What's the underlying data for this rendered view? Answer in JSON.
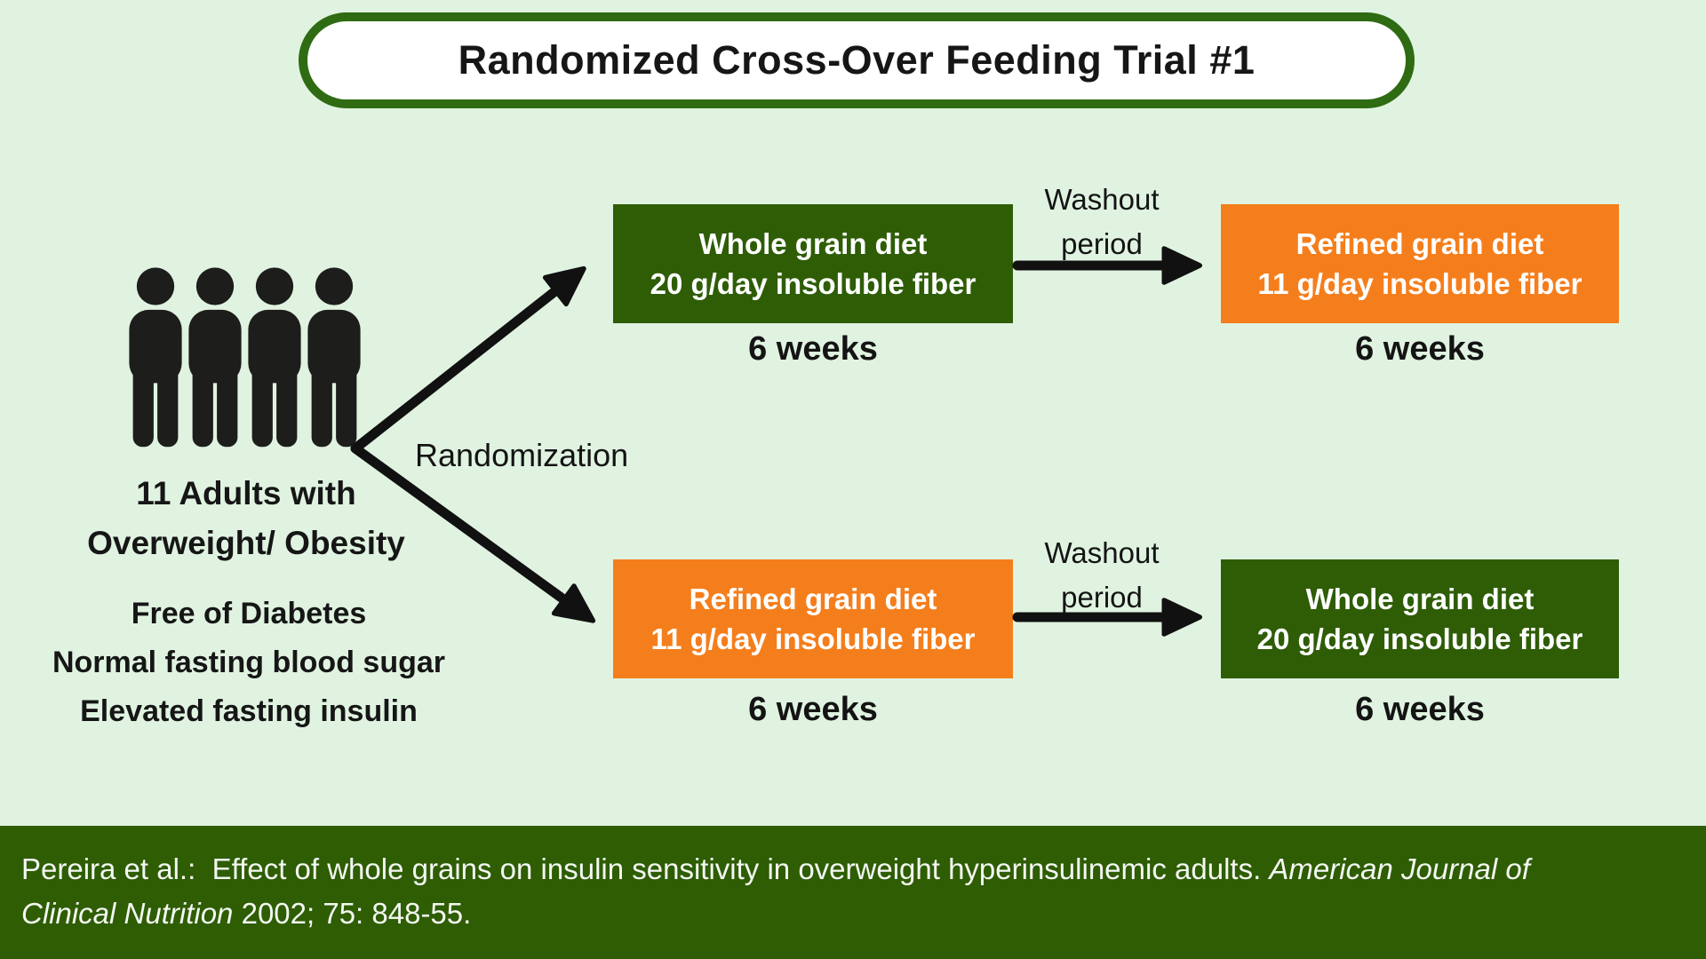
{
  "title": "Randomized Cross-Over Feeding Trial #1",
  "population": {
    "line1": "11 Adults with",
    "line2": "Overweight/ Obesity",
    "criteria": [
      "Free of Diabetes",
      "Normal fasting blood sugar",
      "Elevated fasting insulin"
    ]
  },
  "labels": {
    "randomization": "Randomization"
  },
  "arms": {
    "arm1": {
      "phase1": {
        "line1": "Whole grain diet",
        "line2": "20 g/day insoluble fiber",
        "duration": "6 weeks"
      },
      "washout": {
        "line1": "Washout",
        "line2": "period"
      },
      "phase2": {
        "line1": "Refined grain diet",
        "line2": "11 g/day insoluble fiber",
        "duration": "6 weeks"
      }
    },
    "arm2": {
      "phase1": {
        "line1": "Refined grain diet",
        "line2": "11 g/day insoluble fiber",
        "duration": "6 weeks"
      },
      "washout": {
        "line1": "Washout",
        "line2": "period"
      },
      "phase2": {
        "line1": "Whole grain diet",
        "line2": "20 g/day insoluble fiber",
        "duration": "6 weeks"
      }
    }
  },
  "footer": {
    "line1_regular": "Pereira et al.:  Effect of whole grains on insulin sensitivity in overweight hyperinsulinemic adults. ",
    "line1_italic": "American Journal of",
    "line2_italic": "Clinical Nutrition",
    "line2_regular": " 2002; 75: 848-55."
  },
  "colors": {
    "background": "#e0f3e1",
    "dark_green": "#2e5d06",
    "orange": "#f57e1c",
    "title_border": "#2e6b12",
    "footer_green": "#2e5d04",
    "text_dark": "#161616",
    "text_light": "#ffffff",
    "icon_black": "#1d1d1b"
  }
}
